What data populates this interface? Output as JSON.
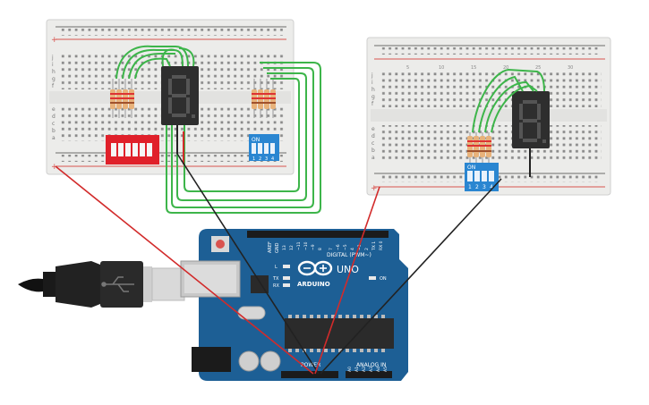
{
  "board": {
    "brand": "ARDUINO",
    "model": "UNO",
    "digital_label": "DIGITAL (PWM~)",
    "power_label": "POWER",
    "analog_label": "ANALOG IN",
    "on_label": "ON",
    "aref": "AREF",
    "gnd": "GND",
    "tx": "TX",
    "rx": "RX",
    "l": "L",
    "digital_pins": [
      "13",
      "12",
      "~11",
      "~10",
      "~9",
      "8",
      "7",
      "~6",
      "~5",
      "4",
      "~3",
      "2",
      "TX 1",
      "RX 0"
    ],
    "analog_pins": [
      "A0",
      "A1",
      "A2",
      "A3",
      "A4",
      "A5"
    ]
  },
  "left_breadboard": {
    "row_letters": [
      "j",
      "i",
      "h",
      "g",
      "f",
      "e",
      "d",
      "c",
      "b",
      "a"
    ],
    "dip_label": "ON",
    "dip_numbers": [
      "1",
      "2",
      "3",
      "4"
    ]
  },
  "right_breadboard": {
    "row_letters": [
      "j",
      "i",
      "h",
      "g",
      "f",
      "e",
      "d",
      "c",
      "b",
      "a"
    ],
    "dip_label": "ON",
    "dip_numbers": [
      "1",
      "2",
      "3",
      "4"
    ],
    "col_numbers": [
      "5",
      "10",
      "15",
      "20",
      "25",
      "30"
    ]
  },
  "colors": {
    "breadboard": "#ececea",
    "rail_red": "#d9534f",
    "rail_blue": "#555555",
    "wire_green": "#3db54a",
    "wire_red": "#d22b2b",
    "wire_black": "#222222",
    "arduino_blue": "#1d5f95",
    "dip_blue": "#2a86d1",
    "dip_red": "#e0202a"
  }
}
